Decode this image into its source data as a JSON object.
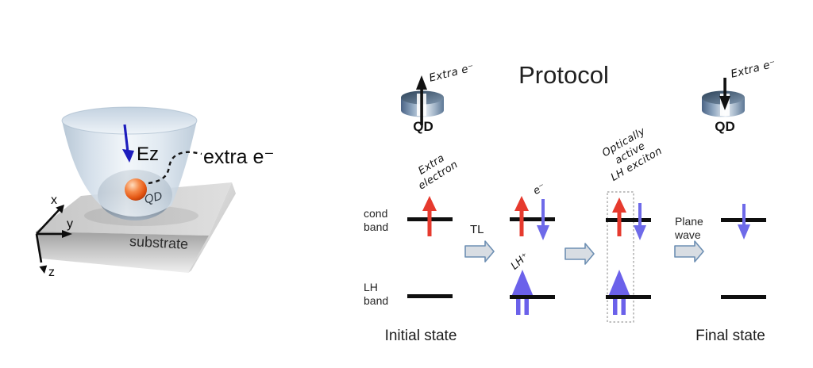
{
  "left_figure": {
    "ez_label": "Ez",
    "extra_e_label": "extra e⁻",
    "qd_label": "QD",
    "substrate_label": "substrate",
    "axes": {
      "x": "x",
      "y": "y",
      "z": "z"
    },
    "colors": {
      "field_arrow": "#1d1dbd",
      "electron_sphere": "#e45613",
      "leader_line": "#141414"
    }
  },
  "protocol": {
    "title": "Protocol",
    "qd_left": {
      "arrow_label": "Extra e⁻",
      "label": "QD"
    },
    "qd_right": {
      "arrow_label": "Extra e⁻",
      "label": "QD"
    },
    "bands": {
      "cond": "cond\nband",
      "lh": "LH\nband"
    },
    "annotations": {
      "extra_electron": "Extra\nelectron",
      "e_minus": "e⁻",
      "lh_hole": "LH⁺",
      "optically_active": "Optically\nactive\nLH exciton"
    },
    "steps": {
      "tl": "TL",
      "plane_wave": "Plane\nwave"
    },
    "states": {
      "initial": "Initial state",
      "final": "Final state"
    },
    "colors": {
      "spin_up": "#e63a2e",
      "spin_down": "#6e6ae9",
      "lh_hole_arrow": "#6b61ea",
      "step_fill": "#d8dde3",
      "step_stroke": "#6d8fb3",
      "level_line": "#0f0f0f",
      "qd_arrow": "#111111"
    }
  }
}
